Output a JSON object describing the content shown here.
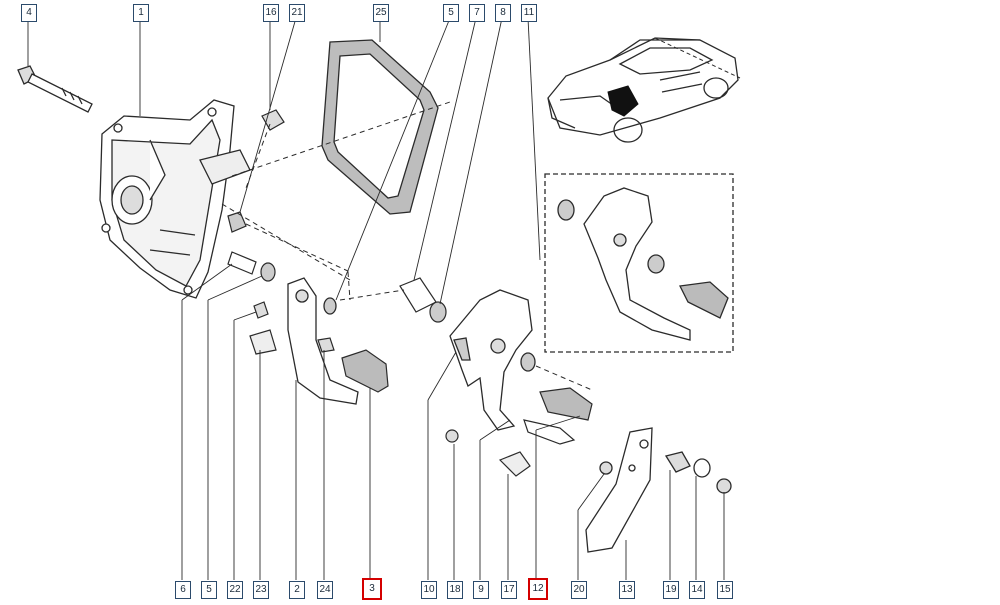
{
  "highlight_color": "#d40000",
  "line_color": "#2b2b2b",
  "callouts": [
    {
      "label": "4",
      "highlighted": false
    },
    {
      "label": "1",
      "highlighted": false
    },
    {
      "label": "16",
      "highlighted": false
    },
    {
      "label": "21",
      "highlighted": false
    },
    {
      "label": "25",
      "highlighted": false
    },
    {
      "label": "5",
      "highlighted": false
    },
    {
      "label": "7",
      "highlighted": false
    },
    {
      "label": "8",
      "highlighted": false
    },
    {
      "label": "11",
      "highlighted": false
    },
    {
      "label": "6",
      "highlighted": false
    },
    {
      "label": "5",
      "highlighted": false
    },
    {
      "label": "22",
      "highlighted": false
    },
    {
      "label": "23",
      "highlighted": false
    },
    {
      "label": "2",
      "highlighted": false
    },
    {
      "label": "24",
      "highlighted": false
    },
    {
      "label": "3",
      "highlighted": true
    },
    {
      "label": "10",
      "highlighted": false
    },
    {
      "label": "18",
      "highlighted": false
    },
    {
      "label": "9",
      "highlighted": false
    },
    {
      "label": "17",
      "highlighted": false
    },
    {
      "label": "12",
      "highlighted": true
    },
    {
      "label": "20",
      "highlighted": false
    },
    {
      "label": "13",
      "highlighted": false
    },
    {
      "label": "19",
      "highlighted": false
    },
    {
      "label": "14",
      "highlighted": false
    },
    {
      "label": "15",
      "highlighted": false
    }
  ]
}
